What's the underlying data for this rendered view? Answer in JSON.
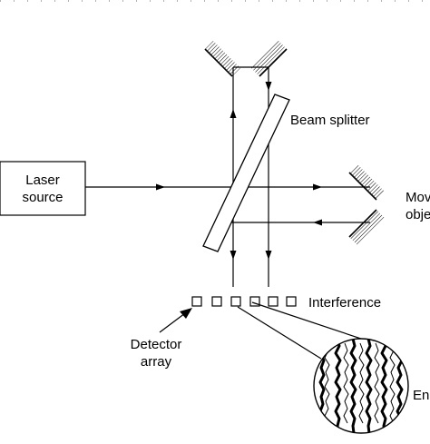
{
  "labels": {
    "laser_line1": "Laser",
    "laser_line2": "source",
    "beam_splitter": "Beam splitter",
    "moving_object_line1": "Mov",
    "moving_object_line2": "obje",
    "interference": "Interference",
    "detector_line1": "Detector",
    "detector_line2": "array",
    "enlarged": "En"
  },
  "detector_array": {
    "count": 6
  }
}
